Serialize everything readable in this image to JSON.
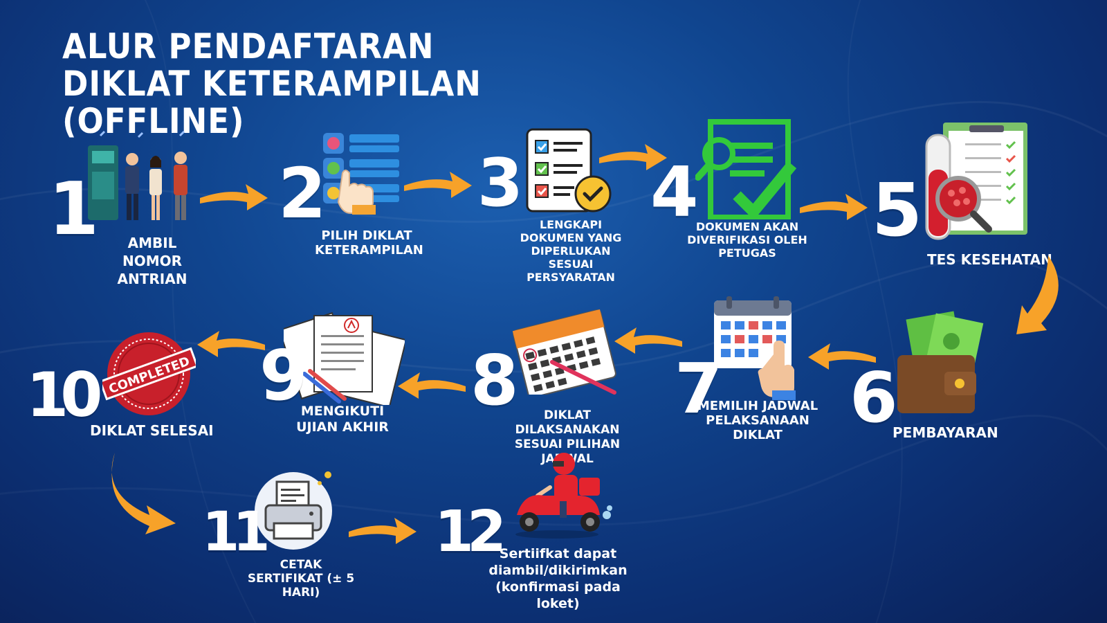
{
  "title": "ALUR PENDAFTARAN DIKLAT KETERAMPILAN (OFFLINE)",
  "colors": {
    "background": "#0f3f8c",
    "arrow": "#f7a229",
    "text": "#ffffff",
    "stamp": "#c8202b"
  },
  "steps": [
    {
      "number": "1",
      "label": "AMBIL NOMOR ANTRIAN",
      "icon": "queue-people-icon"
    },
    {
      "number": "2",
      "label": "PILIH DIKLAT KETERAMPILAN",
      "icon": "select-list-hand-icon"
    },
    {
      "number": "3",
      "label": "LENGKAPI DOKUMEN YANG DIPERLUKAN SESUAI PERSYARATAN",
      "icon": "checklist-document-icon"
    },
    {
      "number": "4",
      "label": "DOKUMEN AKAN DIVERIFIKASI OLEH PETUGAS",
      "icon": "document-verify-icon"
    },
    {
      "number": "5",
      "label": "TES KESEHATAN",
      "icon": "blood-test-icon"
    },
    {
      "number": "6",
      "label": "PEMBAYARAN",
      "icon": "wallet-money-icon"
    },
    {
      "number": "7",
      "label": "MEMILIH JADWAL PELAKSANAAN DIKLAT",
      "icon": "calendar-icon"
    },
    {
      "number": "8",
      "label": "DIKLAT DILAKSANAKAN SESUAI PILIHAN JADWAL",
      "icon": "calendar-pen-icon"
    },
    {
      "number": "9",
      "label": "MENGIKUTI UJIAN AKHIR",
      "icon": "exam-papers-icon"
    },
    {
      "number": "10",
      "label": "DIKLAT SELESAI",
      "icon": "completed-stamp-icon",
      "stamp_text": "COMPLETED"
    },
    {
      "number": "11",
      "label": "CETAK SERTIFIKAT (± 5 HARI)",
      "icon": "printer-icon"
    },
    {
      "number": "12",
      "label": "Sertiifkat dapat diambil/dikirimkan (konfirmasi pada loket)",
      "icon": "delivery-scooter-icon"
    }
  ]
}
